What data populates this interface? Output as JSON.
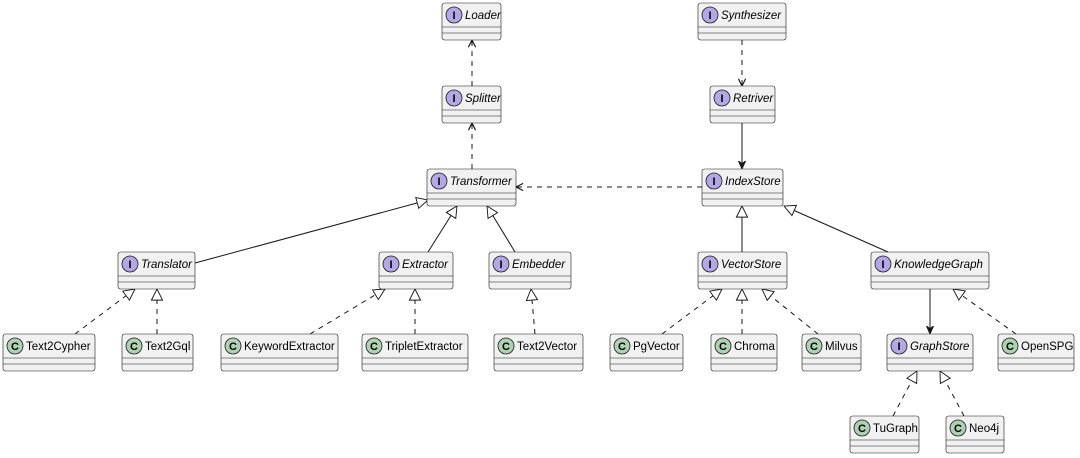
{
  "nodes": [
    {
      "id": "loader",
      "kind": "I",
      "name": "Loader",
      "italic": true
    },
    {
      "id": "synthesizer",
      "kind": "I",
      "name": "Synthesizer",
      "italic": true
    },
    {
      "id": "splitter",
      "kind": "I",
      "name": "Splitter",
      "italic": true
    },
    {
      "id": "retriver",
      "kind": "I",
      "name": "Retriver",
      "italic": true
    },
    {
      "id": "transformer",
      "kind": "I",
      "name": "Transformer",
      "italic": true
    },
    {
      "id": "indexstore",
      "kind": "I",
      "name": "IndexStore",
      "italic": true
    },
    {
      "id": "translator",
      "kind": "I",
      "name": "Translator",
      "italic": true
    },
    {
      "id": "extractor",
      "kind": "I",
      "name": "Extractor",
      "italic": true
    },
    {
      "id": "embedder",
      "kind": "I",
      "name": "Embedder",
      "italic": true
    },
    {
      "id": "vectorstore",
      "kind": "I",
      "name": "VectorStore",
      "italic": true
    },
    {
      "id": "knowledgegraph",
      "kind": "I",
      "name": "KnowledgeGraph",
      "italic": true
    },
    {
      "id": "text2cypher",
      "kind": "C",
      "name": "Text2Cypher",
      "italic": false
    },
    {
      "id": "text2gql",
      "kind": "C",
      "name": "Text2Gql",
      "italic": false
    },
    {
      "id": "keywordextractor",
      "kind": "C",
      "name": "KeywordExtractor",
      "italic": false
    },
    {
      "id": "tripletextractor",
      "kind": "C",
      "name": "TripletExtractor",
      "italic": false
    },
    {
      "id": "text2vector",
      "kind": "C",
      "name": "Text2Vector",
      "italic": false
    },
    {
      "id": "pgvector",
      "kind": "C",
      "name": "PgVector",
      "italic": false
    },
    {
      "id": "chroma",
      "kind": "C",
      "name": "Chroma",
      "italic": false
    },
    {
      "id": "milvus",
      "kind": "C",
      "name": "Milvus",
      "italic": false
    },
    {
      "id": "graphstore",
      "kind": "I",
      "name": "GraphStore",
      "italic": true
    },
    {
      "id": "opensPG",
      "kind": "C",
      "name": "OpenSPG",
      "italic": false
    },
    {
      "id": "tugraph",
      "kind": "C",
      "name": "TuGraph",
      "italic": false
    },
    {
      "id": "neo4j",
      "kind": "C",
      "name": "Neo4j",
      "italic": false
    }
  ],
  "edges": [
    {
      "from": "splitter",
      "to": "loader",
      "type": "dependency"
    },
    {
      "from": "transformer",
      "to": "splitter",
      "type": "dependency"
    },
    {
      "from": "synthesizer",
      "to": "retriver",
      "type": "dependency"
    },
    {
      "from": "retriver",
      "to": "indexstore",
      "type": "association"
    },
    {
      "from": "indexstore",
      "to": "transformer",
      "type": "dependency"
    },
    {
      "from": "translator",
      "to": "transformer",
      "type": "extends"
    },
    {
      "from": "extractor",
      "to": "transformer",
      "type": "extends"
    },
    {
      "from": "embedder",
      "to": "transformer",
      "type": "extends"
    },
    {
      "from": "vectorstore",
      "to": "indexstore",
      "type": "extends"
    },
    {
      "from": "knowledgegraph",
      "to": "indexstore",
      "type": "extends"
    },
    {
      "from": "text2cypher",
      "to": "translator",
      "type": "implements"
    },
    {
      "from": "text2gql",
      "to": "translator",
      "type": "implements"
    },
    {
      "from": "keywordextractor",
      "to": "extractor",
      "type": "implements"
    },
    {
      "from": "tripletextractor",
      "to": "extractor",
      "type": "implements"
    },
    {
      "from": "text2vector",
      "to": "embedder",
      "type": "implements"
    },
    {
      "from": "pgvector",
      "to": "vectorstore",
      "type": "implements"
    },
    {
      "from": "chroma",
      "to": "vectorstore",
      "type": "implements"
    },
    {
      "from": "milvus",
      "to": "vectorstore",
      "type": "implements"
    },
    {
      "from": "knowledgegraph",
      "to": "graphstore",
      "type": "association"
    },
    {
      "from": "opensPG",
      "to": "knowledgegraph",
      "type": "implements"
    },
    {
      "from": "tugraph",
      "to": "graphstore",
      "type": "implements"
    },
    {
      "from": "neo4j",
      "to": "graphstore",
      "type": "implements"
    }
  ],
  "colors": {
    "box_fill": "#f1f1f1",
    "box_stroke": "#181818",
    "interface_badge": "#b4a7e5",
    "class_badge": "#add1b2",
    "line": "#181818"
  }
}
